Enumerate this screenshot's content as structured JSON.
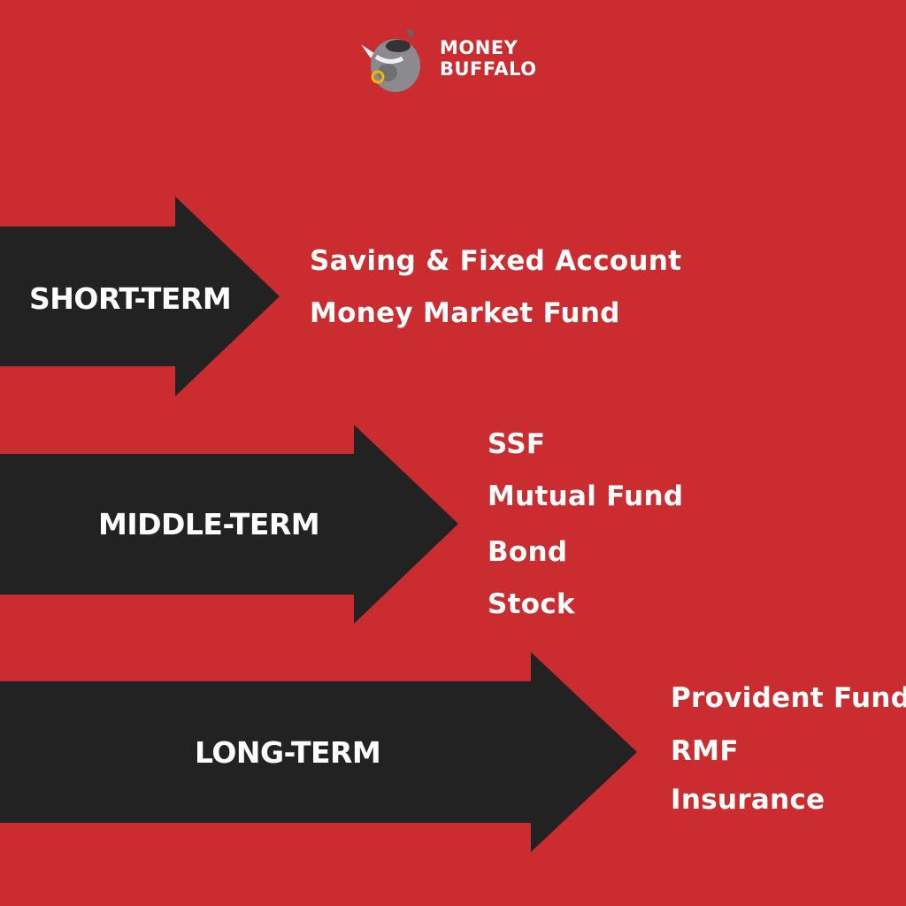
{
  "brand": {
    "line1": "MONEY",
    "line2": "BUFFALO"
  },
  "colors": {
    "background": "#cb2c30",
    "arrow": "#222222",
    "text": "#ffffff"
  },
  "terms": [
    {
      "label": "SHORT-TERM",
      "items": [
        "Saving & Fixed Account",
        "Money Market Fund"
      ]
    },
    {
      "label": "MIDDLE-TERM",
      "items": [
        "SSF",
        "Mutual Fund",
        "Bond",
        "Stock"
      ]
    },
    {
      "label": "LONG-TERM",
      "items": [
        "Provident Fund",
        "RMF",
        "Insurance"
      ]
    }
  ]
}
